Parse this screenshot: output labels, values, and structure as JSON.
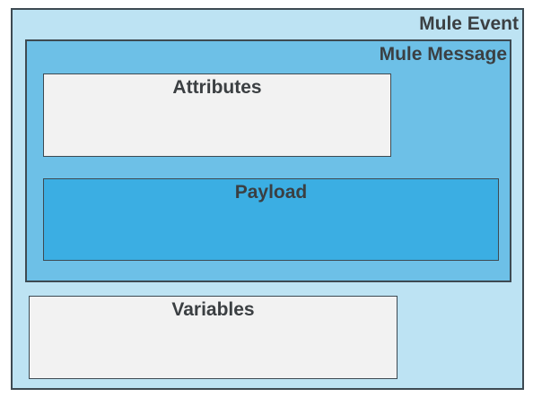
{
  "diagram": {
    "mule_event": {
      "label": "Mule Event"
    },
    "mule_message": {
      "label": "Mule Message"
    },
    "attributes": {
      "label": "Attributes"
    },
    "payload": {
      "label": "Payload"
    },
    "variables": {
      "label": "Variables"
    }
  },
  "colors": {
    "event_fill": "#bde3f3",
    "message_fill": "#6dc0e7",
    "payload_fill": "#3baee3",
    "attribute_fill": "#f2f2f2",
    "border": "#3d4a52",
    "text": "#3b3f42"
  }
}
